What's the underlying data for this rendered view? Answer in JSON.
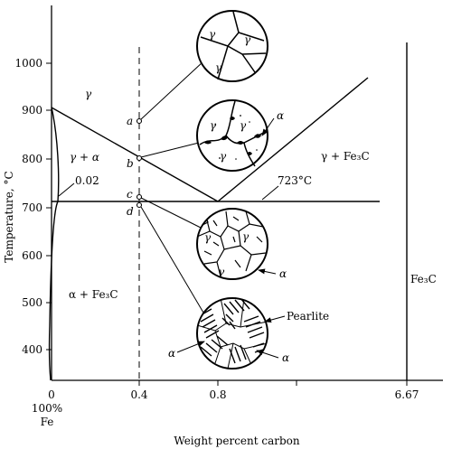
{
  "x_axis": {
    "title": "Weight percent carbon",
    "ticks": [
      "0",
      "0.4",
      "0.8",
      "6.67"
    ],
    "origin_labels": [
      "100%",
      "Fe"
    ]
  },
  "y_axis": {
    "title": "Temperature, °C",
    "ticks": [
      "400",
      "500",
      "600",
      "700",
      "800",
      "900",
      "1000"
    ]
  },
  "regions": {
    "gamma": "γ",
    "gamma_alpha": "γ + α",
    "gamma_fe3c": "γ + Fe₃C",
    "alpha_fe3c": "α + Fe₃C",
    "fe3c": "Fe₃C"
  },
  "annotations": {
    "solubility": "0.02",
    "eutectoid_temp": "723°C",
    "pearlite": "Pearlite"
  },
  "points": [
    "a",
    "b",
    "c",
    "d"
  ],
  "micro_labels": {
    "a": [
      "γ",
      "γ",
      "γ"
    ],
    "b": [
      "γ",
      "γ",
      "γ",
      "α"
    ],
    "c": [
      "γ",
      "γ",
      "γ",
      "α"
    ],
    "d": [
      "α",
      "α"
    ]
  }
}
